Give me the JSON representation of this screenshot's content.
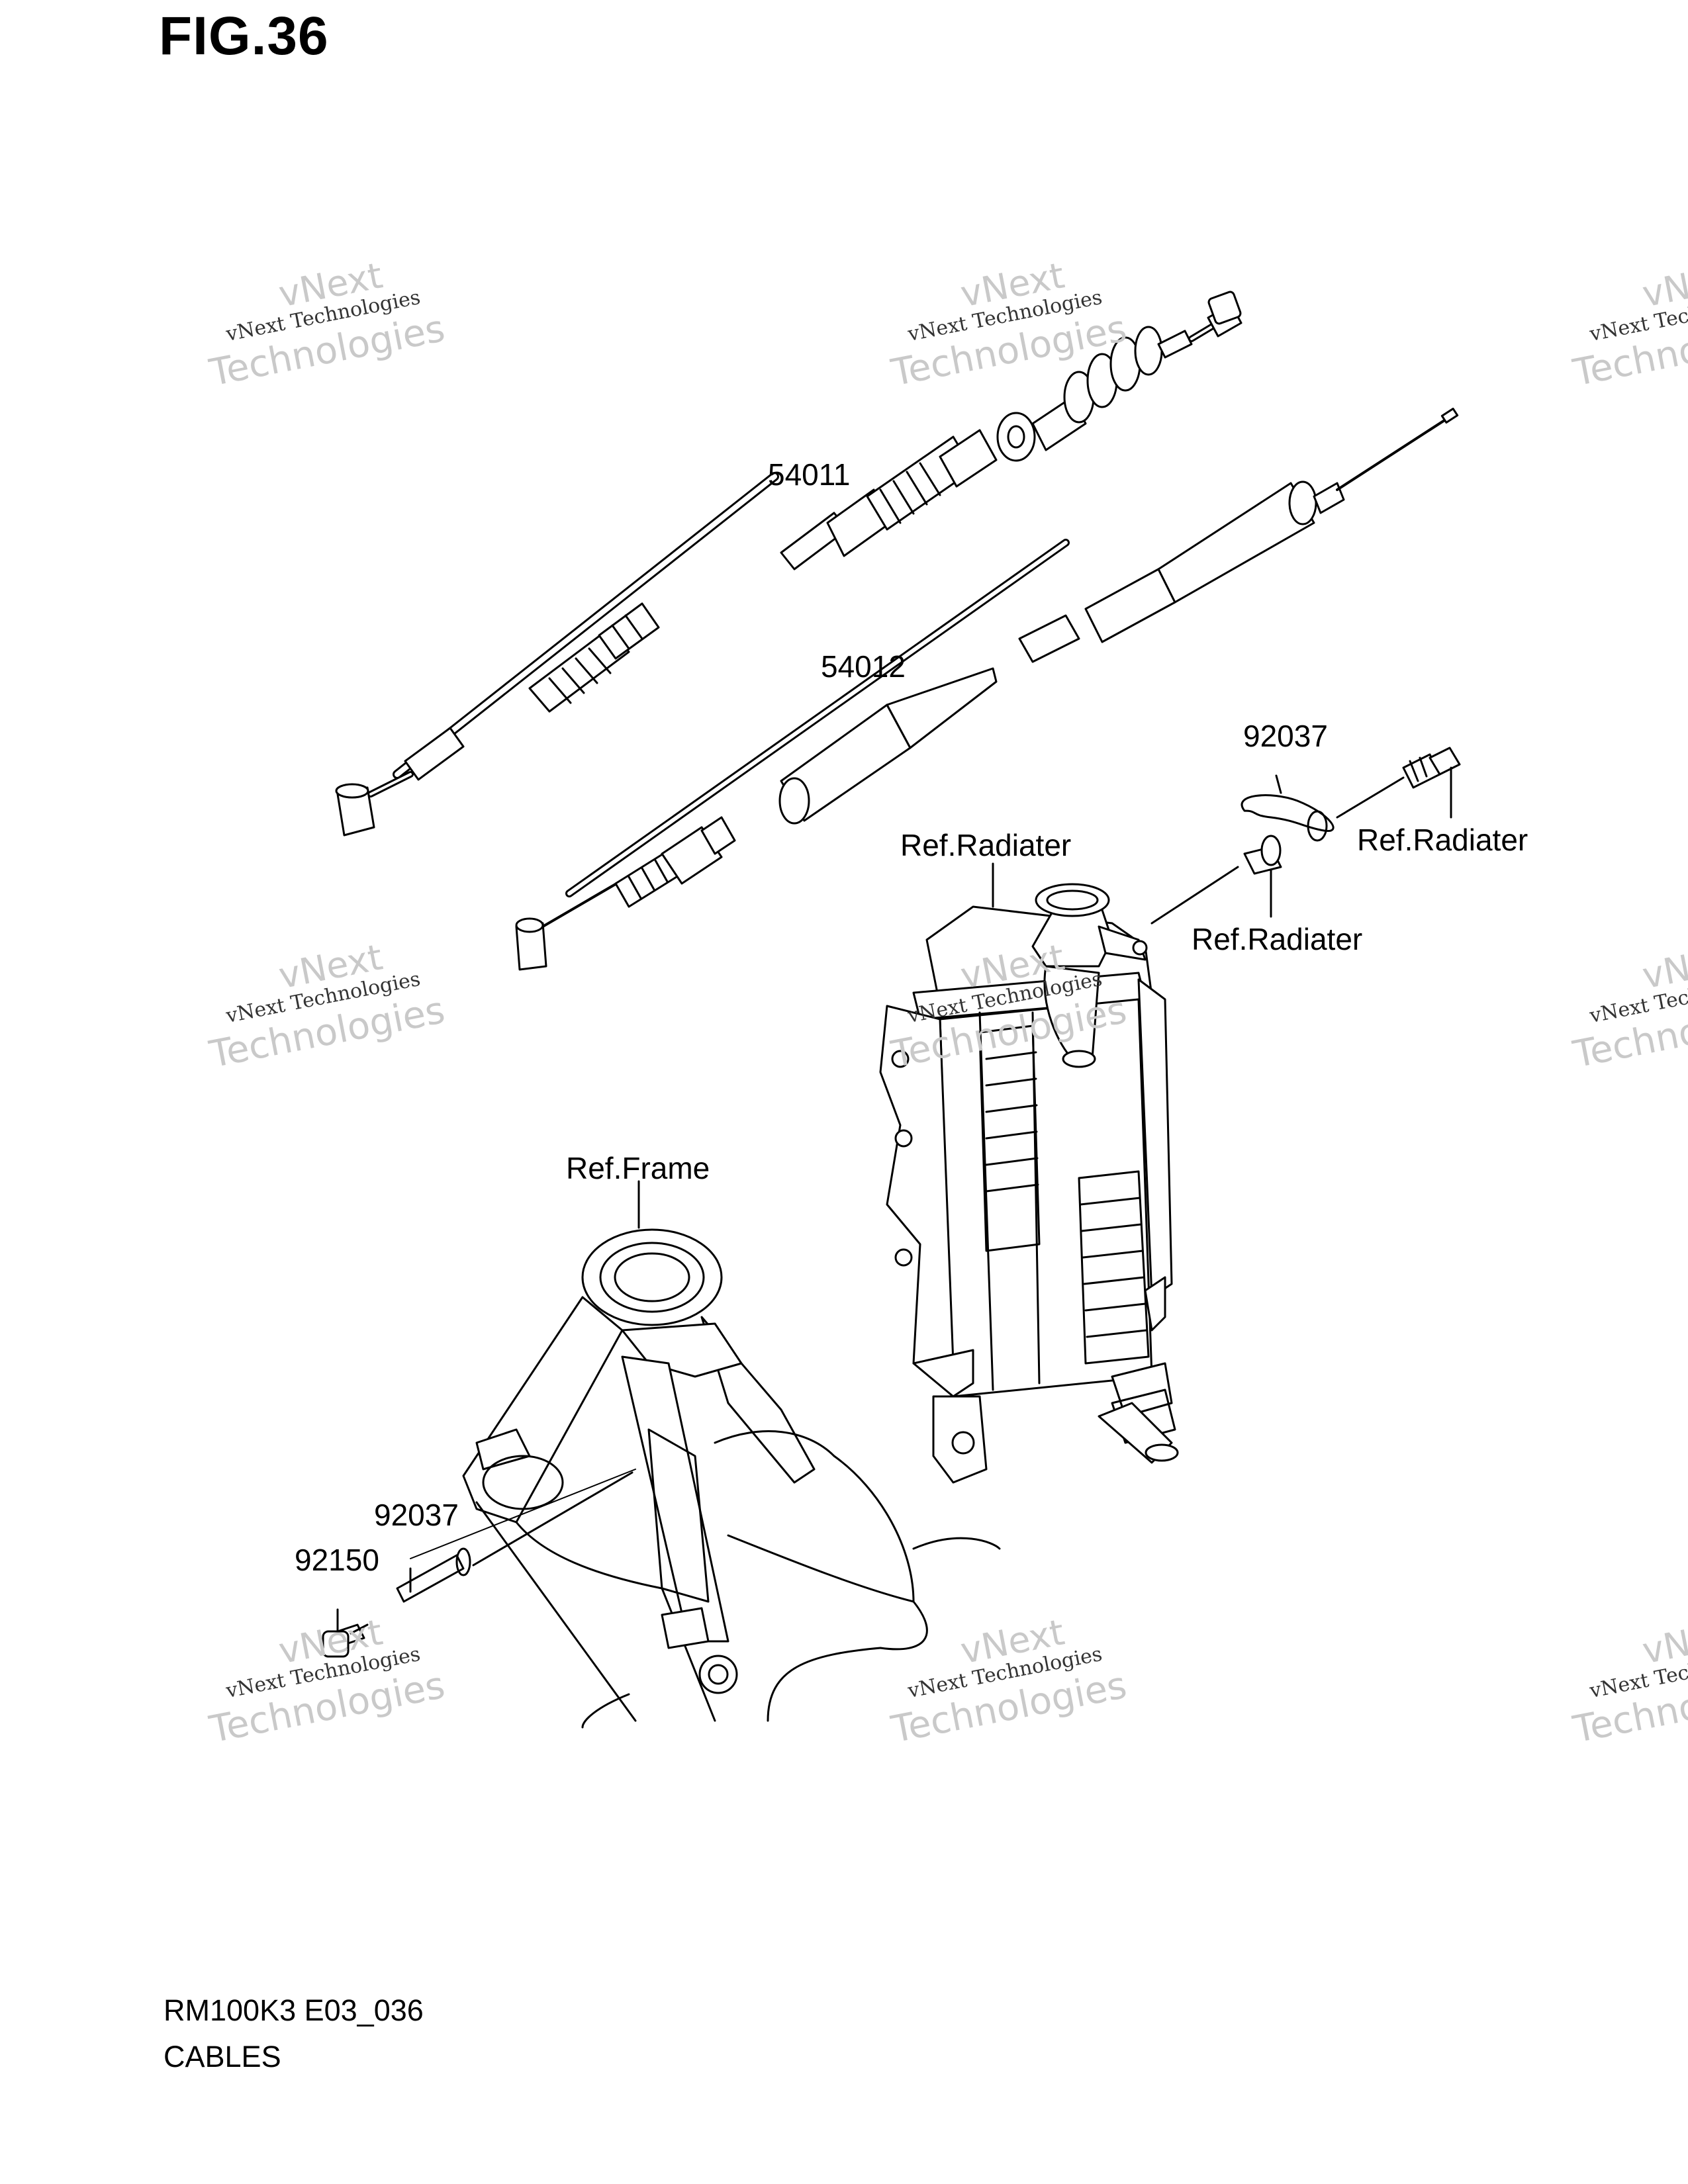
{
  "figure": {
    "title": "FIG.36"
  },
  "labels": {
    "clutch_cable": "54011",
    "throttle_cable": "54012",
    "clamp_upper": "92037",
    "clamp_lower": "92037",
    "bolt": "92150",
    "ref_radiator_top": "Ref.Radiater",
    "ref_radiator_right": "Ref.Radiater",
    "ref_radiator_mid": "Ref.Radiater",
    "ref_frame": "Ref.Frame"
  },
  "watermark": {
    "line1": "vNext",
    "line2": "vNext Technologies",
    "line3": "Technologies"
  },
  "footer": {
    "code": "RM100K3 E03_036",
    "name": "CABLES"
  }
}
